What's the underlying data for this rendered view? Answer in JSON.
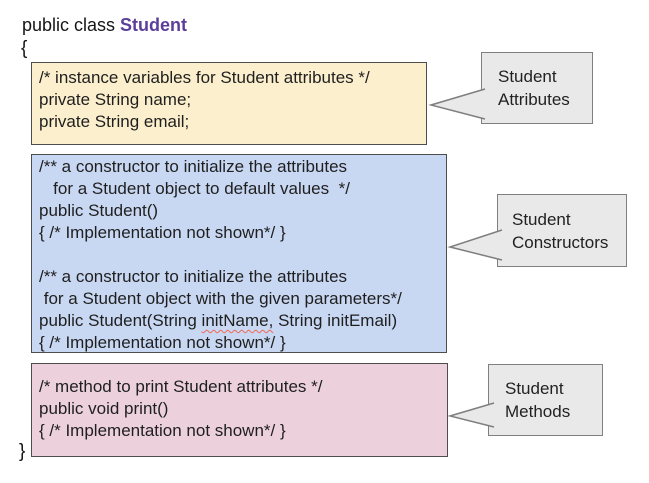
{
  "colors": {
    "class_name_text": "#5b3e9b",
    "attributes_box_bg": "#fcefcd",
    "constructors_box_bg": "#c8d7f2",
    "methods_box_bg": "#ecd1dc",
    "code_box_border": "#4d4d4d",
    "callout_bg": "#e9e9e9",
    "callout_border": "#7f7f7f",
    "spellcheck_squiggle": "#f06a55"
  },
  "class_declaration": {
    "keyword_text": "public class ",
    "class_name": "Student",
    "open_brace": "{",
    "close_brace": "}"
  },
  "attributes_box": {
    "lines": [
      "/* instance variables for Student attributes */",
      "private String name;",
      "private String email;"
    ]
  },
  "constructors_box": {
    "lines": [
      "/** a constructor to initialize the attributes",
      "   for a Student object to default values  */",
      "public Student()",
      "{ /* Implementation not shown*/ }",
      "",
      "/** a constructor to initialize the attributes",
      " for a Student object with the given parameters*/"
    ],
    "signature": {
      "before": "public Student(String ",
      "misspelled": "initName,",
      "after": " String initEmail)"
    },
    "closing_line": "{ /* Implementation not shown*/ }"
  },
  "methods_box": {
    "lines": [
      "/* method to print Student attributes */",
      "public void print()",
      "{ /* Implementation not shown*/ }"
    ]
  },
  "callouts": {
    "attributes": {
      "line1": "Student",
      "line2": "Attributes"
    },
    "constructors": {
      "line1": "Student",
      "line2": "Constructors"
    },
    "methods": {
      "line1": "Student",
      "line2": "Methods"
    }
  }
}
